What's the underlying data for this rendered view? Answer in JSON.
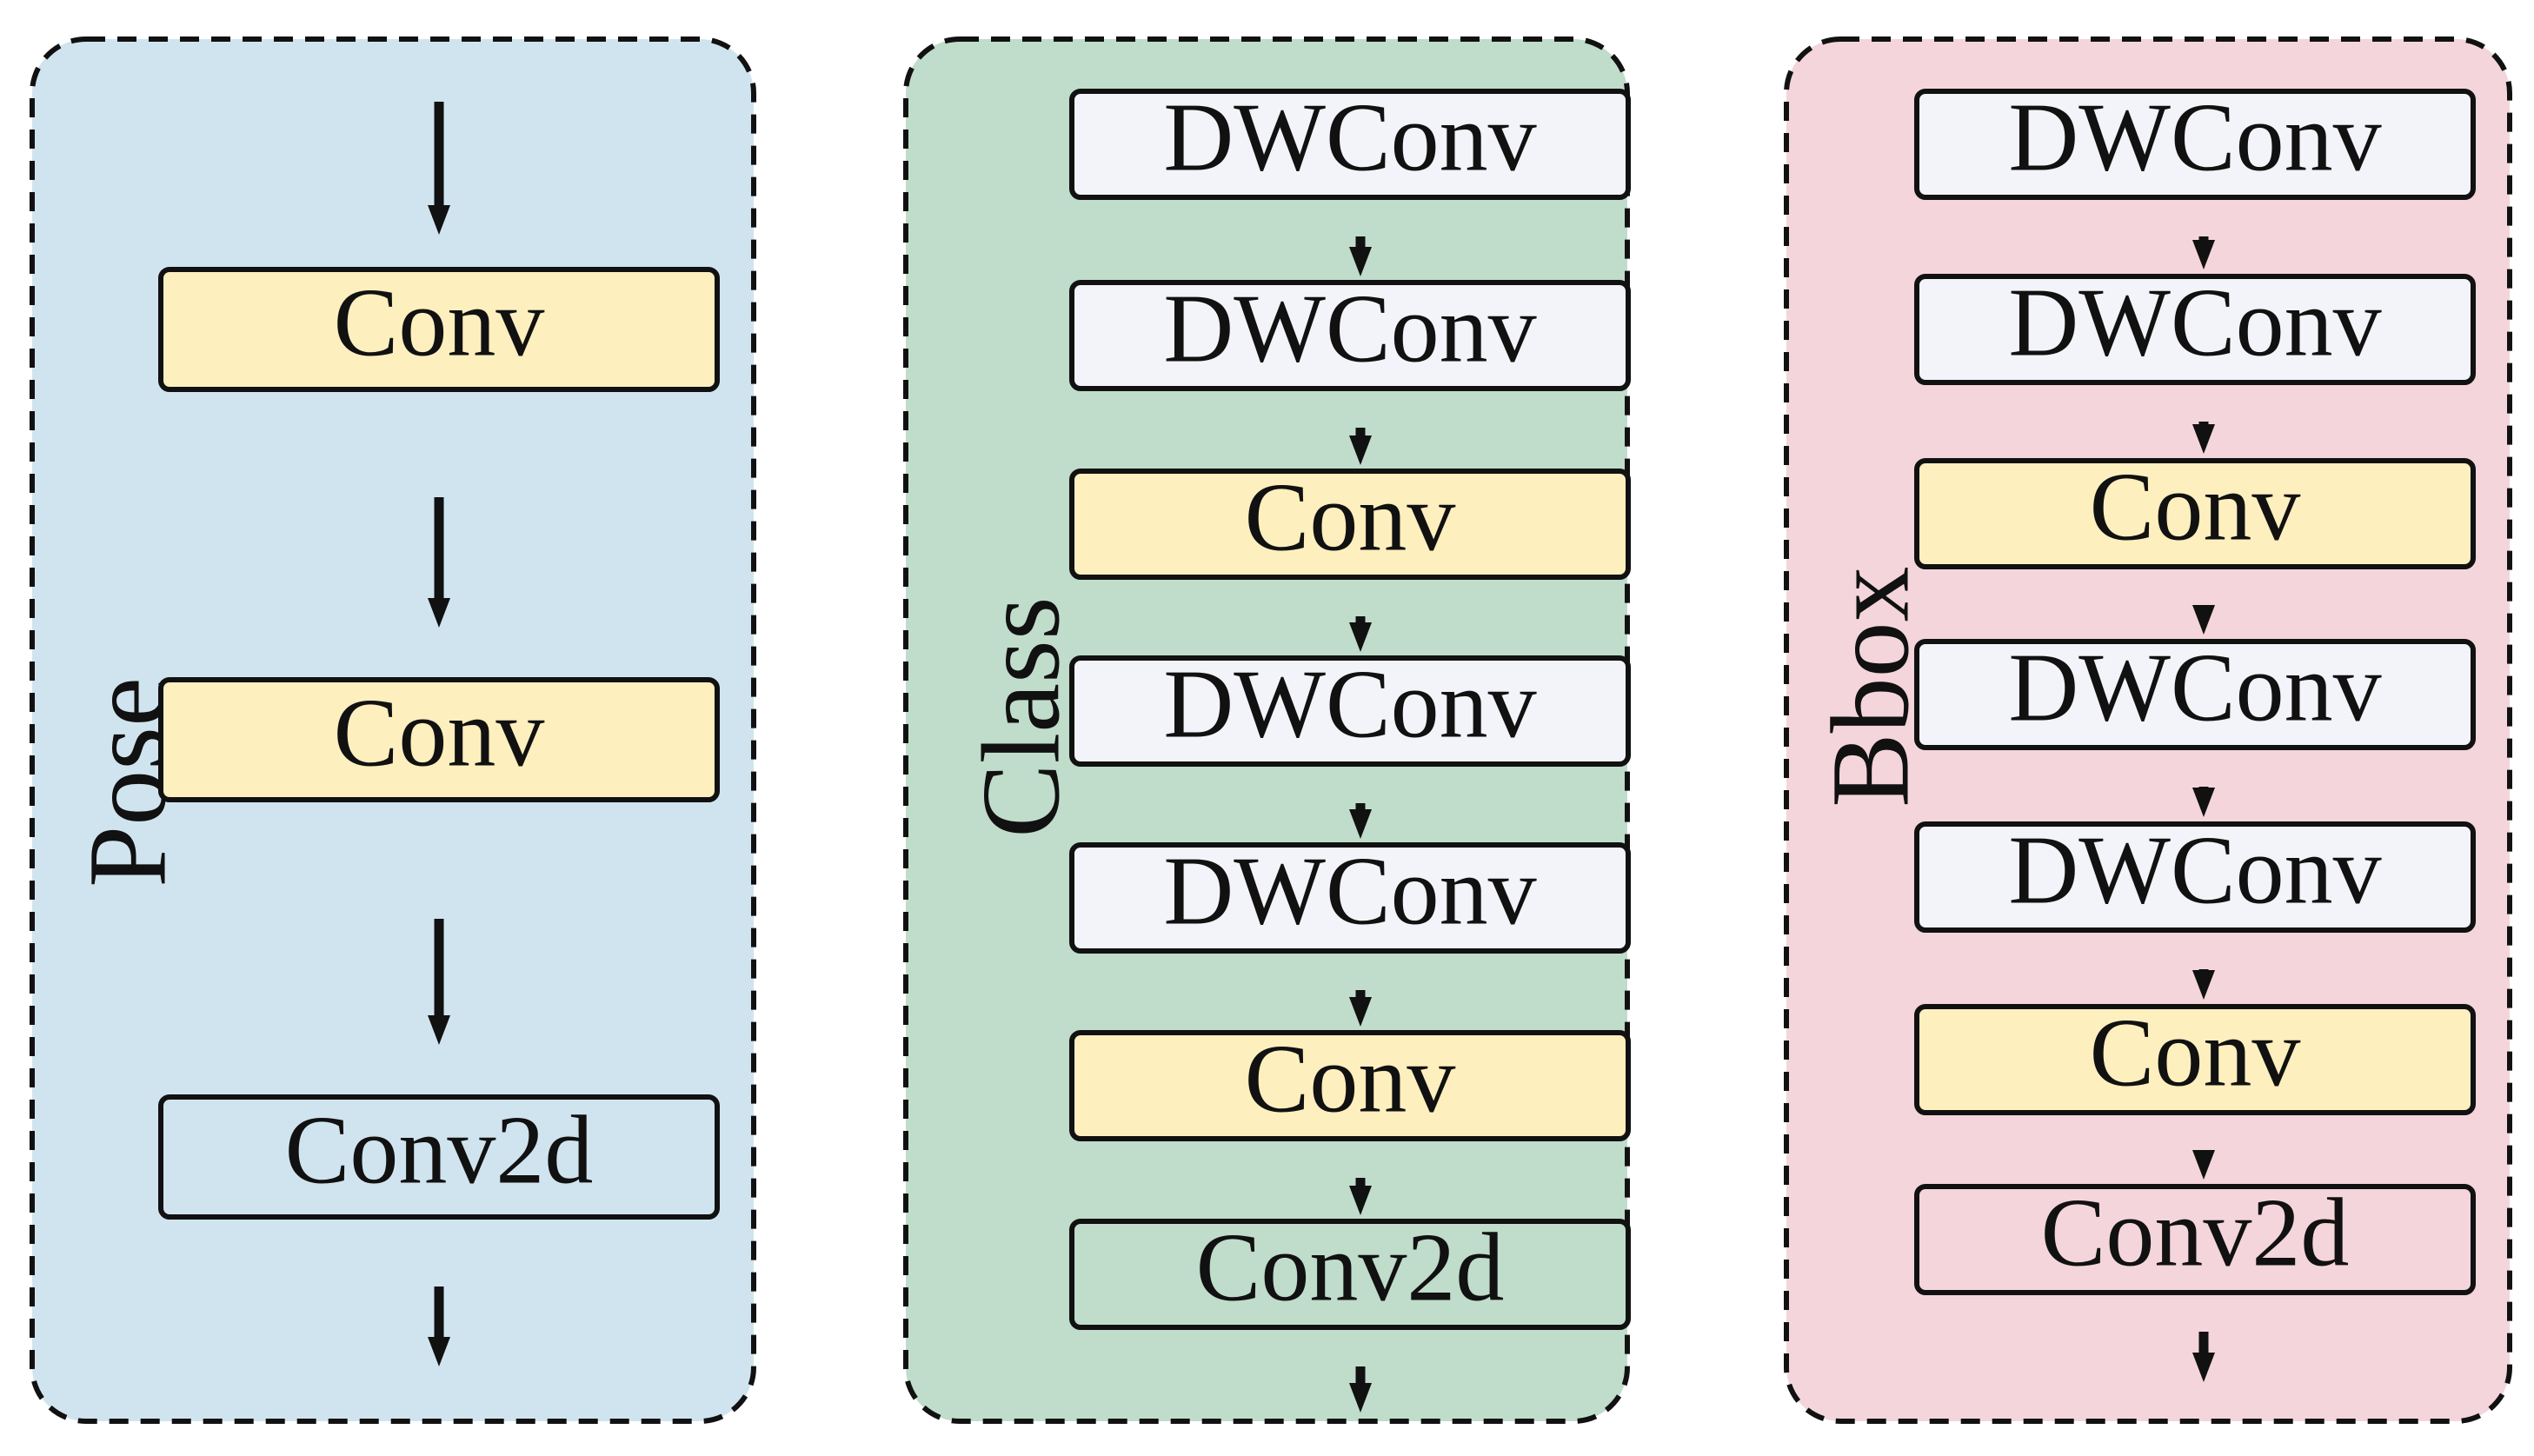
{
  "colors": {
    "pose_panel": "#d0e4ef",
    "class_panel": "#c0dccb",
    "bbox_panel": "#f4d5dc",
    "conv_block": "#fdefbe",
    "dwconv_block": "#f3f3fa",
    "outline": "#111111"
  },
  "panels": [
    {
      "id": "pose",
      "label": "Pose",
      "fill": "#d0e4ef",
      "blocks": [
        {
          "label": "Conv",
          "fill": "#fdefbe"
        },
        {
          "label": "Conv",
          "fill": "#fdefbe"
        },
        {
          "label": "Conv2d",
          "fill": "#d0e4ef"
        }
      ]
    },
    {
      "id": "class",
      "label": "Class",
      "fill": "#c0dccb",
      "blocks": [
        {
          "label": "DWConv",
          "fill": "#f3f3fa"
        },
        {
          "label": "DWConv",
          "fill": "#f3f3fa"
        },
        {
          "label": "Conv",
          "fill": "#fdefbe"
        },
        {
          "label": "DWConv",
          "fill": "#f3f3fa"
        },
        {
          "label": "DWConv",
          "fill": "#f3f3fa"
        },
        {
          "label": "Conv",
          "fill": "#fdefbe"
        },
        {
          "label": "Conv2d",
          "fill": "#c0dccb"
        }
      ]
    },
    {
      "id": "bbox",
      "label": "Bbox",
      "fill": "#f4d5dc",
      "blocks": [
        {
          "label": "DWConv",
          "fill": "#f3f3fa"
        },
        {
          "label": "DWConv",
          "fill": "#f3f3fa"
        },
        {
          "label": "Conv",
          "fill": "#fdefbe"
        },
        {
          "label": "DWConv",
          "fill": "#f3f3fa"
        },
        {
          "label": "DWConv",
          "fill": "#f3f3fa"
        },
        {
          "label": "Conv",
          "fill": "#fdefbe"
        },
        {
          "label": "Conv2d",
          "fill": "#f4d5dc"
        }
      ]
    }
  ]
}
